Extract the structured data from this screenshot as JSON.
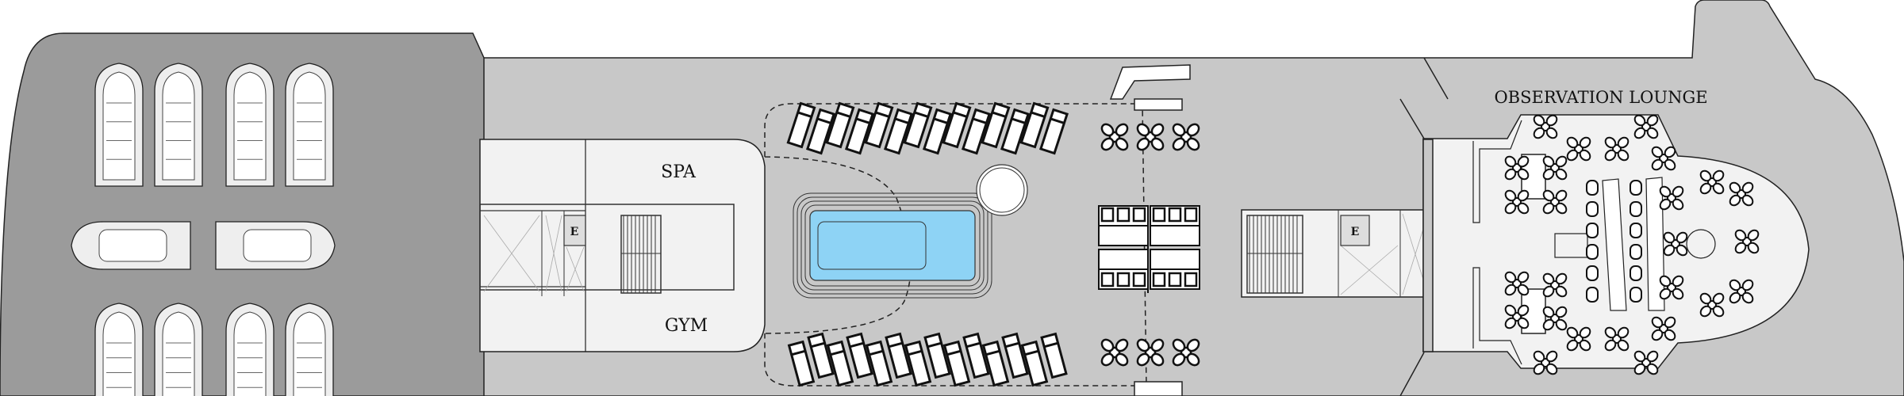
{
  "labels": {
    "spa": "SPA",
    "gym": "GYM",
    "lounge": "OBSERVATION LOUNGE",
    "elevator_aft": "E",
    "elevator_fwd": "E"
  },
  "colors": {
    "aft_deck": "#9b9b9b",
    "main_deck": "#c8c8c8",
    "interior": "#f2f2f2",
    "pool_water": "#8ed3f5",
    "outline": "#222222"
  },
  "counts": {
    "lifeboats_vertical": 8,
    "lifeboats_horizontal": 2,
    "sun_loungers_per_row": 14,
    "deck_tables_per_row": 3
  }
}
